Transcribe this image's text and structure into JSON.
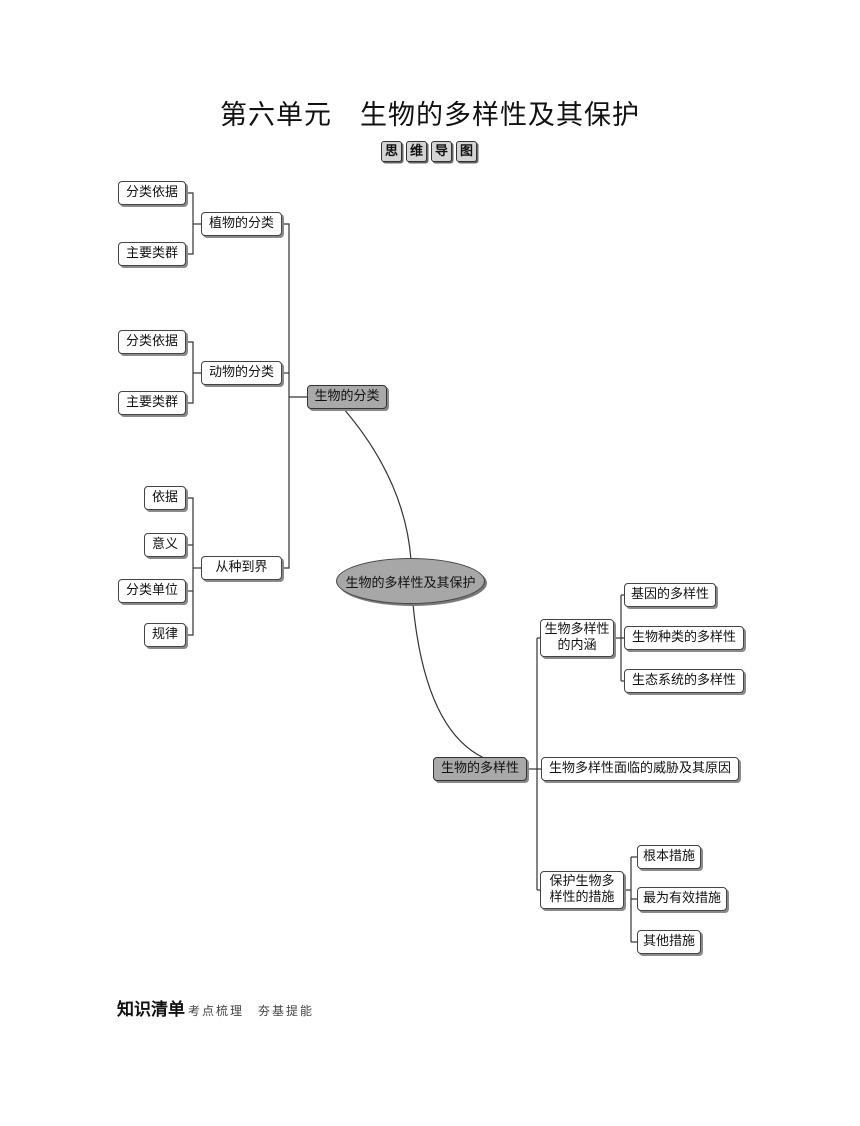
{
  "title": "第六单元　生物的多样性及其保护",
  "badge": [
    "思",
    "维",
    "导",
    "图"
  ],
  "center": "生物的多样性及其保护",
  "classification": {
    "label": "生物的分类",
    "plant": {
      "label": "植物的分类",
      "basis": "分类依据",
      "groups": "主要类群"
    },
    "animal": {
      "label": "动物的分类",
      "basis": "分类依据",
      "groups": "主要类群"
    },
    "species": {
      "label": "从种到界",
      "items": [
        "依据",
        "意义",
        "分类单位",
        "规律"
      ]
    }
  },
  "diversity": {
    "label": "生物的多样性",
    "connotation": {
      "label": "生物多样性的内涵",
      "items": [
        "基因的多样性",
        "生物种类的多样性",
        "生态系统的多样性"
      ]
    },
    "threat": "生物多样性面临的威胁及其原因",
    "protection": {
      "label": "保护生物多样性的措施",
      "items": [
        "根本措施",
        "最为有效措施",
        "其他措施"
      ]
    }
  },
  "footer": {
    "main": "知识清单",
    "sub": "考点梳理　夯基提能"
  }
}
